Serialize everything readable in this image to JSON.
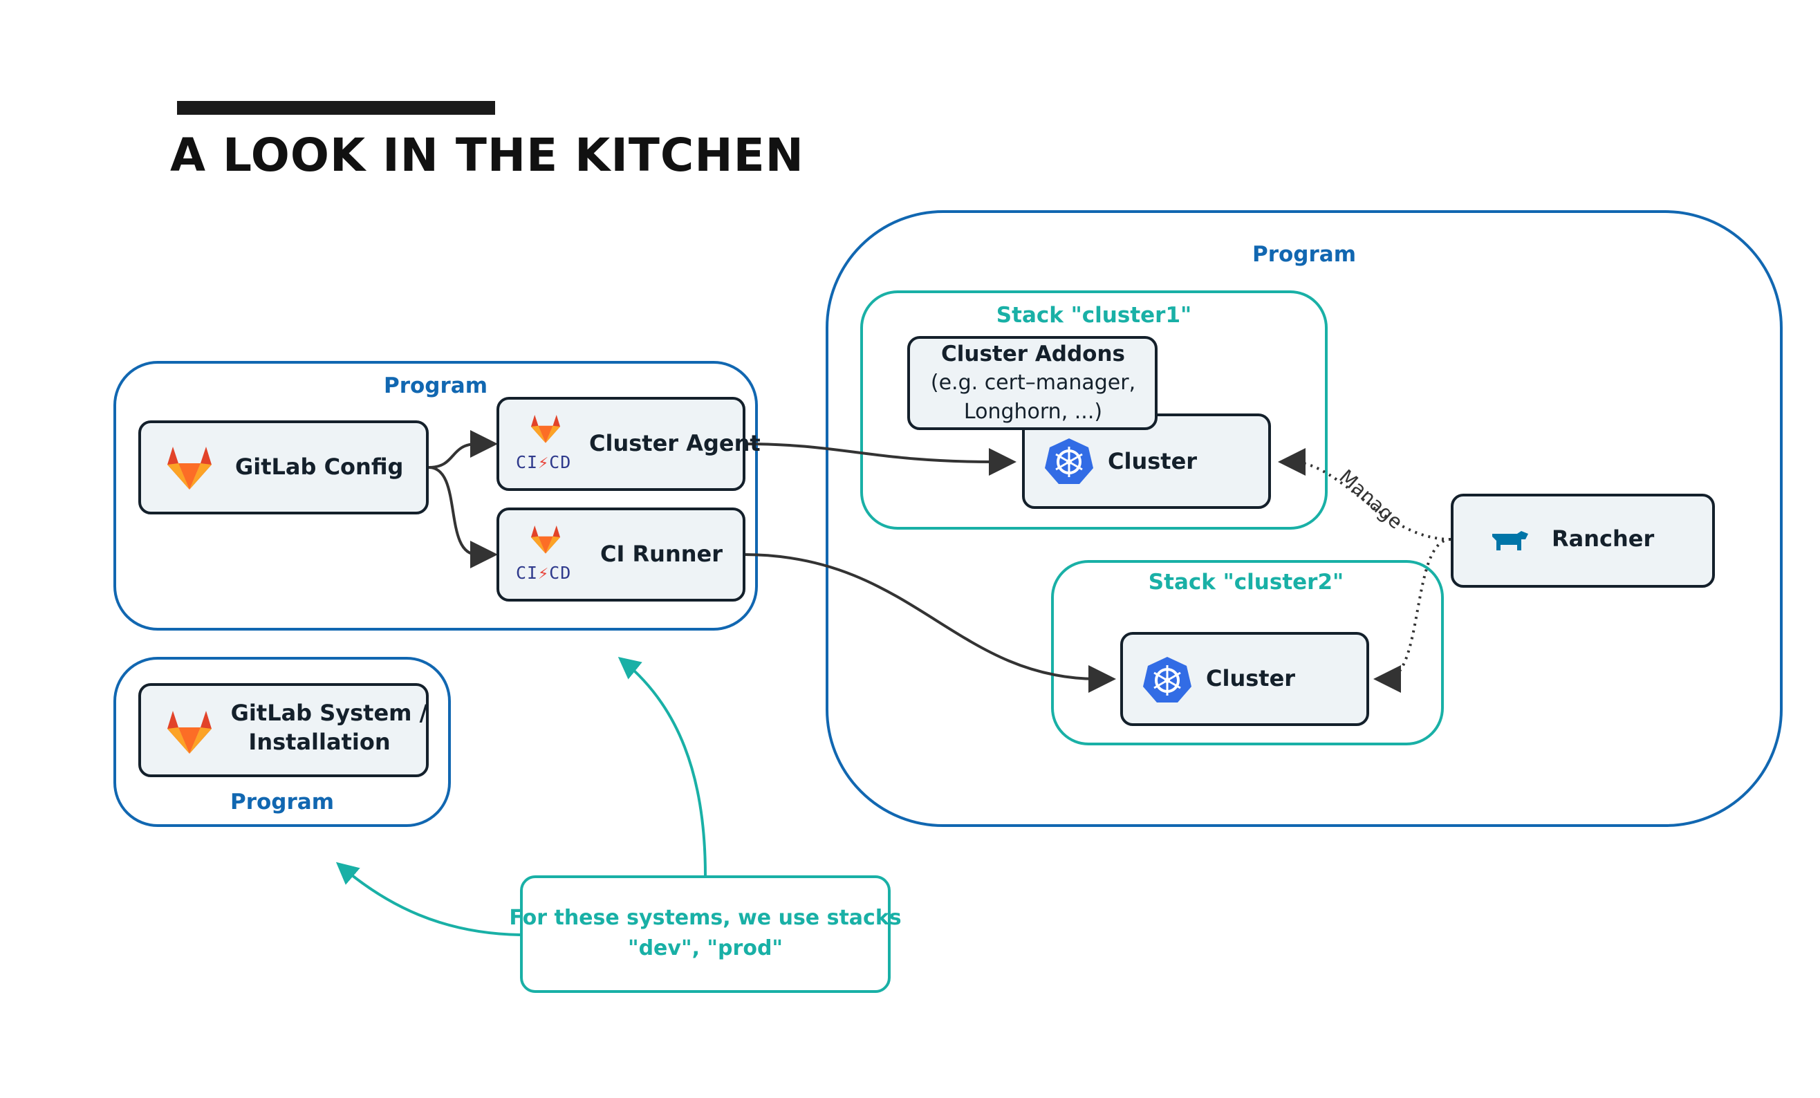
{
  "title": "A LOOK IN THE KITCHEN",
  "regions": {
    "program_left": "Program",
    "program_system": "Program",
    "program_right": "Program"
  },
  "stacks": {
    "cluster1": "Stack \"cluster1\"",
    "cluster2": "Stack \"cluster2\""
  },
  "nodes": {
    "gitlab_config": "GitLab Config",
    "cluster_agent": "Cluster Agent",
    "ci_runner": "CI Runner",
    "gitlab_system_line1": "GitLab System /",
    "gitlab_system_line2": "Installation",
    "addons_title": "Cluster Addons",
    "addons_line1": "(e.g. cert–manager,",
    "addons_line2": "Longhorn, ...)",
    "cluster1": "Cluster",
    "cluster2": "Cluster",
    "rancher": "Rancher"
  },
  "badges": {
    "cicd_text": "CI/CD"
  },
  "edges": {
    "manage_label": "Manage"
  },
  "note": {
    "line1": "For these systems, we use stacks",
    "line2": "\"dev\", \"prod\""
  },
  "icons": [
    "gitlab-icon",
    "kubernetes-icon",
    "rancher-icon",
    "cicd-icon"
  ],
  "colors": {
    "program_border": "#1167b1",
    "stack_border": "#19b0a6",
    "node_fill": "#eef3f6",
    "node_border": "#14202b",
    "gitlab_orange": "#e24329",
    "kubernetes_blue": "#326ce5",
    "rancher_blue": "#0075a8"
  }
}
